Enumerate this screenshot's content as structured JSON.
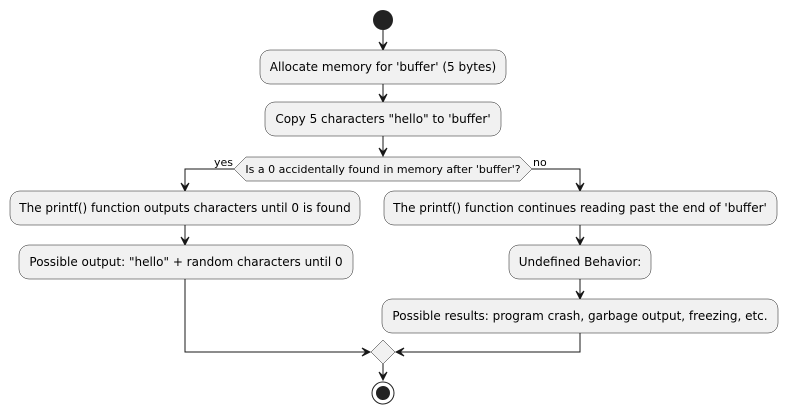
{
  "diagram": {
    "nodes": {
      "allocate": "Allocate memory for 'buffer' (5 bytes)",
      "copy": "Copy 5 characters \"hello\" to 'buffer'",
      "decision": "Is a 0 accidentally found in memory after 'buffer'?",
      "printf_found": "The printf() function outputs characters until 0 is found",
      "output_hello": "Possible output: \"hello\" + random characters until 0",
      "printf_past": "The printf() function continues reading past the end of 'buffer'",
      "undefined": "Undefined Behavior:",
      "results": "Possible results: program crash, garbage output, freezing, etc."
    },
    "branches": {
      "yes": "yes",
      "no": "no"
    },
    "colors": {
      "node_fill": "#f1f1f1",
      "stroke": "#181818",
      "start_end": "#222222"
    }
  }
}
